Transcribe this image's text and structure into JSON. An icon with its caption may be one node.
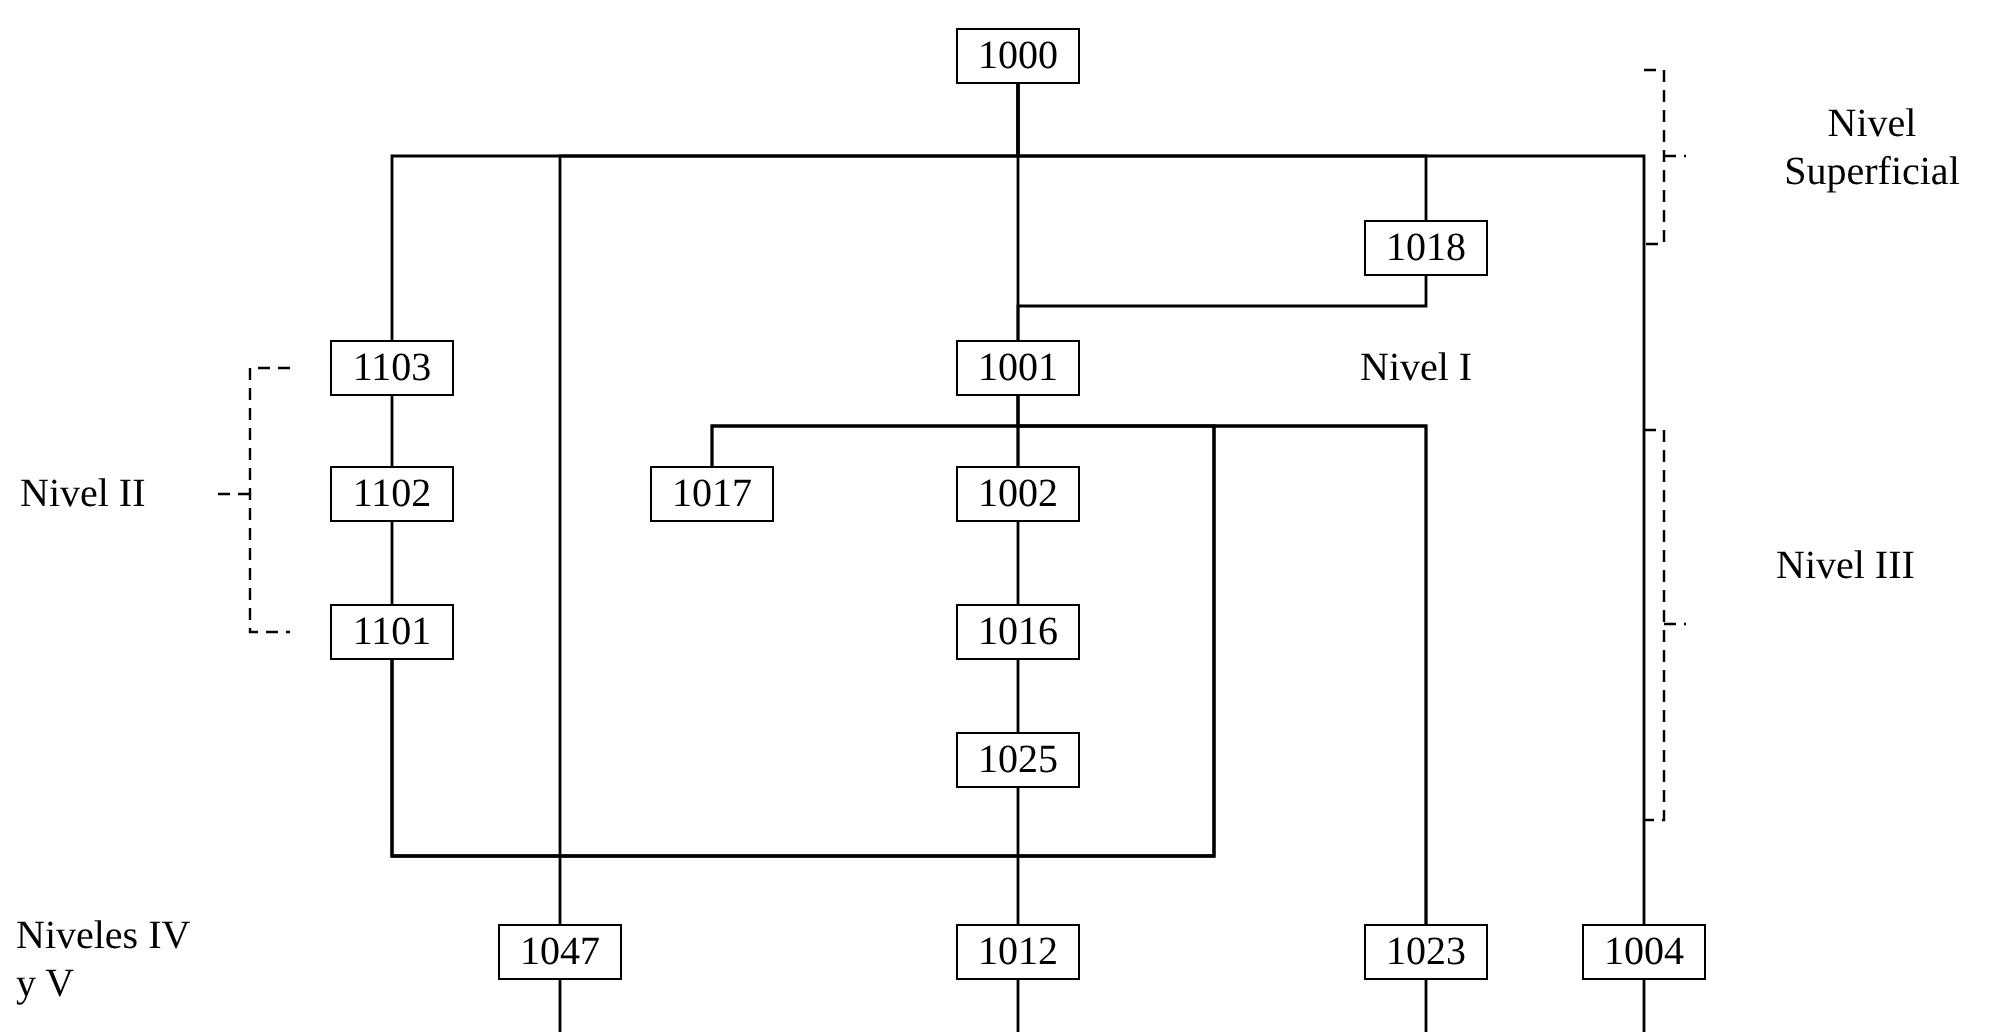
{
  "diagram": {
    "nodes": [
      {
        "text": [
          "1000"
        ]
      },
      {
        "text": [
          "1018"
        ]
      },
      {
        "text": [
          "1103"
        ]
      },
      {
        "text": [
          "1001"
        ]
      },
      {
        "text": [
          "1102"
        ]
      },
      {
        "text": [
          "1017"
        ]
      },
      {
        "text": [
          "1002"
        ]
      },
      {
        "text": [
          "1101"
        ]
      },
      {
        "text": [
          "1016"
        ]
      },
      {
        "text": [
          "1025"
        ]
      },
      {
        "text": [
          "1047"
        ]
      },
      {
        "text": [
          "1012"
        ]
      },
      {
        "text": [
          "1023"
        ]
      },
      {
        "text": [
          "1004"
        ]
      }
    ],
    "edges": [
      {
        "from": 0,
        "to": 2,
        "arrow": "none"
      },
      {
        "from": 0,
        "to": 10,
        "arrow": "none"
      },
      {
        "from": 0,
        "to": 3,
        "arrow": "none"
      },
      {
        "from": 0,
        "to": 1,
        "arrow": "none"
      },
      {
        "from": 0,
        "to": 13,
        "arrow": "none"
      },
      {
        "from": 1,
        "to": 3,
        "arrow": "none"
      },
      {
        "from": 2,
        "to": 4,
        "arrow": "none"
      },
      {
        "from": 4,
        "to": 7,
        "arrow": "none"
      },
      {
        "from": 3,
        "to": 5,
        "arrow": "none"
      },
      {
        "from": 3,
        "to": 6,
        "arrow": "none"
      },
      {
        "from": 3,
        "to": 12,
        "arrow": "none"
      },
      {
        "from": 7,
        "to": 5,
        "arrow": "none"
      },
      {
        "from": 7,
        "to": 6,
        "arrow": "none"
      },
      {
        "from": 7,
        "to": 12,
        "arrow": "none"
      },
      {
        "from": 6,
        "to": 8,
        "arrow": "none"
      },
      {
        "from": 8,
        "to": 9,
        "arrow": "none"
      },
      {
        "from": 9,
        "to": 11,
        "arrow": "none"
      },
      {
        "from": 10,
        "to": null,
        "arrow": "none"
      },
      {
        "from": 11,
        "to": null,
        "arrow": "none"
      },
      {
        "from": 12,
        "to": null,
        "arrow": "none"
      },
      {
        "from": 13,
        "to": null,
        "arrow": "none"
      }
    ],
    "labels": [
      "Nivel Superficial",
      "Nivel I",
      "Nivel II",
      "Nivel III",
      "Niveles IV y V"
    ]
  }
}
